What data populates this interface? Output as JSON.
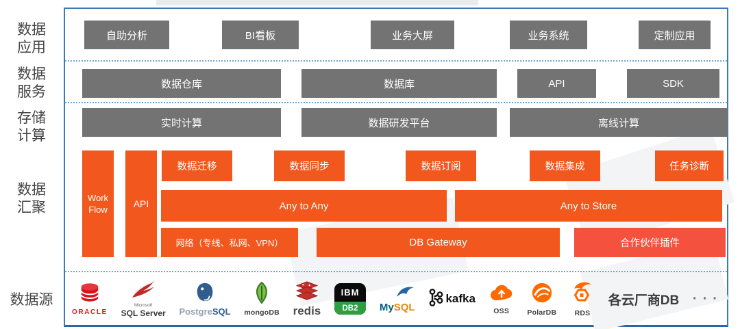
{
  "palette": {
    "panel_border": "#3b79bb",
    "dotted_line": "#6fa4d8",
    "gray_box": "#737373",
    "orange": "#f2571d",
    "orange_light": "#f4523e",
    "label_text": "#454545",
    "bottom_line": "#2d66a5"
  },
  "sidebar": {
    "application": [
      "数据",
      "应用"
    ],
    "service": [
      "数据",
      "服务"
    ],
    "storage_compute": [
      "存储",
      "计算"
    ],
    "aggregation": [
      "数据",
      "汇聚"
    ],
    "datasource": "数据源"
  },
  "layers": {
    "apps": {
      "boxes": [
        "自助分析",
        "BI看板",
        "业务大屏",
        "业务系统",
        "定制应用"
      ]
    },
    "services": {
      "boxes": [
        "数据仓库",
        "数据库",
        "API",
        "SDK"
      ]
    },
    "compute": {
      "boxes": [
        "实时计算",
        "数据研发平台",
        "离线计算"
      ]
    },
    "aggregation": {
      "workflow": "Work Flow",
      "api": "API",
      "tools": [
        "数据迁移",
        "数据同步",
        "数据订阅",
        "数据集成",
        "任务诊断"
      ],
      "any_to_any": "Any to Any",
      "any_to_store": "Any to Store",
      "network": "网络（专线、私网、VPN）",
      "db_gateway": "DB Gateway",
      "partner_plugin": "合作伙伴插件"
    }
  },
  "datasources": {
    "oracle": "ORACLE",
    "sqlserver_prefix": "Microsoft",
    "sqlserver": "SQL Server",
    "postgre": "Postgre",
    "postgre_sql": "SQL",
    "mongodb": "mongoDB",
    "redis": "redis",
    "ibm": "IBM",
    "db2": "DB2",
    "mysql_my": "My",
    "mysql_sql": "SQL",
    "kafka": "kafka",
    "oss": "OSS",
    "polardb": "PolarDB",
    "rds": "RDS",
    "cloud_db": "各云厂商DB",
    "more": "···"
  },
  "icons": {
    "oracle": "database-cylinder",
    "sqlserver": "red-swoosh",
    "postgresql": "elephant",
    "mongodb": "leaf-shield",
    "redis": "stacked-boxes",
    "ibm_db2": "black-tile-green-band",
    "mysql": "dolphin",
    "kafka": "node-graph",
    "oss": "cloud-upload",
    "polardb": "bear-circle",
    "rds": "dolphin-hexagon",
    "more": "ellipsis"
  }
}
